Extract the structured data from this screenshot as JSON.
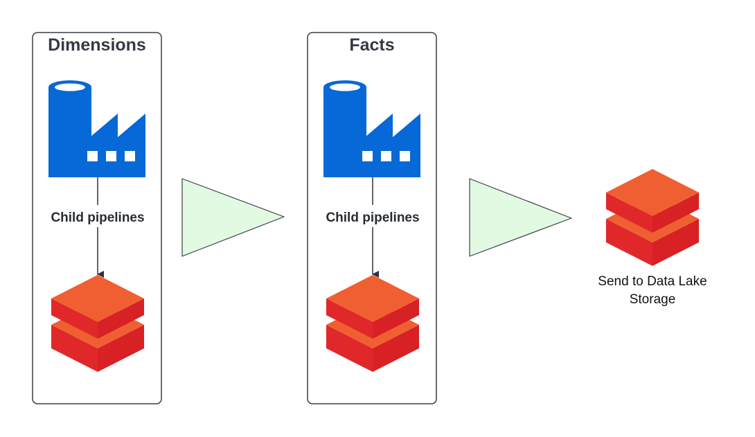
{
  "panels": [
    {
      "title": "Dimensions",
      "edge_label": "Child pipelines"
    },
    {
      "title": "Facts",
      "edge_label": "Child pipelines"
    }
  ],
  "output": {
    "caption_line1": "Send to Data Lake",
    "caption_line2": "Storage"
  },
  "icons": {
    "source": "data-factory-icon",
    "target": "databricks-icon",
    "connector": "triangle-arrow-icon"
  },
  "colors": {
    "factory_blue": "#0768d7",
    "stack_top": "#f05f32",
    "stack_side": "#e0282a",
    "arrow_fill": "#e2f9e2",
    "panel_border": "#3a3f47",
    "connector_line": "#2d3139"
  }
}
